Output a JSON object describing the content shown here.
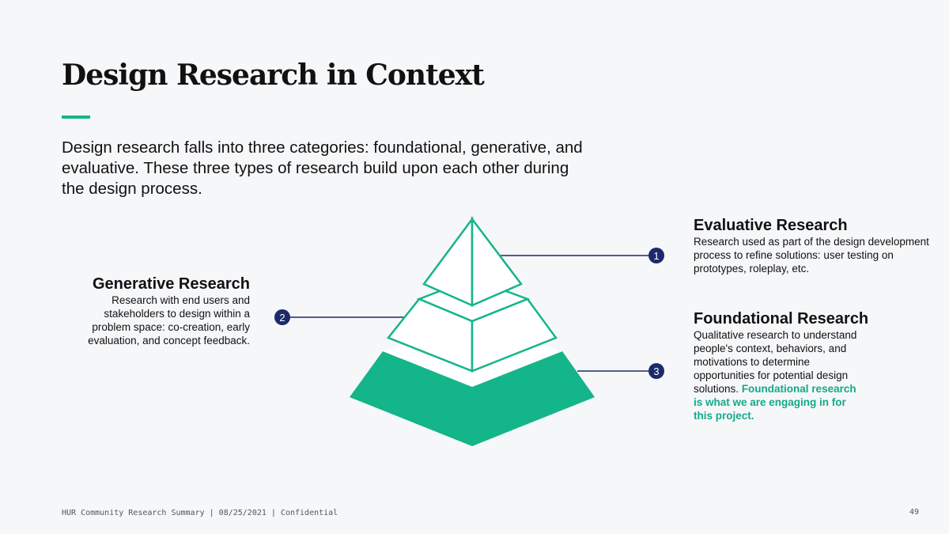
{
  "title": "Design Research in Context",
  "intro": "Design research falls into three categories: foundational, generative, and evaluative. These three types of research build upon each other during the design process.",
  "generative": {
    "number": "2",
    "heading": "Generative Research",
    "body": "Research with end users and stakeholders to design within a problem space: co-creation, early evaluation, and concept feedback."
  },
  "evaluative": {
    "number": "1",
    "heading": "Evaluative Research",
    "body": "Research used as part of the design development process to refine solutions: user testing on prototypes, roleplay, etc."
  },
  "foundational": {
    "number": "3",
    "heading": "Foundational Research",
    "body": "Qualitative research to understand people's context, behaviors, and motivations to determine opportunities for potential design solutions.",
    "highlight": "Foundational research is what we are engaging in for this project."
  },
  "footer": "HUR Community Research Summary | 08/25/2021 | Confidential",
  "page_number": "49",
  "colors": {
    "accent": "#14b58a",
    "navy": "#1c2a6b"
  }
}
